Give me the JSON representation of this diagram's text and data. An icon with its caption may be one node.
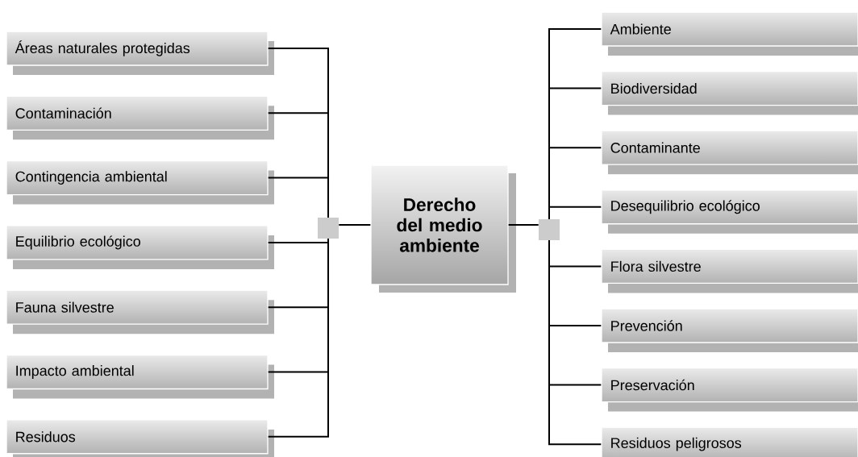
{
  "diagram": {
    "nodes": [
      {
        "text": [
          "Áreas naturales protegidas"
        ]
      },
      {
        "text": [
          "Contaminación"
        ]
      },
      {
        "text": [
          "Contingencia ambiental"
        ]
      },
      {
        "text": [
          "Equilibrio ecológico"
        ]
      },
      {
        "text": [
          "Fauna silvestre"
        ]
      },
      {
        "text": [
          "Impacto ambiental"
        ]
      },
      {
        "text": [
          "Residuos"
        ]
      },
      {
        "text": [],
        "shape": "box"
      },
      {
        "text": [
          "Derecho del medio ambiente"
        ]
      },
      {
        "text": [],
        "shape": "box"
      },
      {
        "text": [
          "Ambiente"
        ]
      },
      {
        "text": [
          "Biodiversidad"
        ]
      },
      {
        "text": [
          "Contaminante"
        ]
      },
      {
        "text": [
          "Desequilibrio ecológico"
        ]
      },
      {
        "text": [
          "Flora silvestre"
        ]
      },
      {
        "text": [
          "Prevención"
        ]
      },
      {
        "text": [
          "Preservación"
        ]
      },
      {
        "text": [
          "Residuos peligrosos"
        ]
      }
    ],
    "edges": [
      {
        "from": 8,
        "to": 7,
        "arrow": "none"
      },
      {
        "from": 8,
        "to": 9,
        "arrow": "none"
      },
      {
        "from": 7,
        "to": 0,
        "arrow": "none"
      },
      {
        "from": 7,
        "to": 1,
        "arrow": "none"
      },
      {
        "from": 7,
        "to": 2,
        "arrow": "none"
      },
      {
        "from": 7,
        "to": 3,
        "arrow": "none"
      },
      {
        "from": 7,
        "to": 4,
        "arrow": "none"
      },
      {
        "from": 7,
        "to": 5,
        "arrow": "none"
      },
      {
        "from": 7,
        "to": 6,
        "arrow": "none"
      },
      {
        "from": 9,
        "to": 10,
        "arrow": "none"
      },
      {
        "from": 9,
        "to": 11,
        "arrow": "none"
      },
      {
        "from": 9,
        "to": 12,
        "arrow": "none"
      },
      {
        "from": 9,
        "to": 13,
        "arrow": "none"
      },
      {
        "from": 9,
        "to": 14,
        "arrow": "none"
      },
      {
        "from": 9,
        "to": 15,
        "arrow": "none"
      },
      {
        "from": 9,
        "to": 16,
        "arrow": "none"
      },
      {
        "from": 9,
        "to": 17,
        "arrow": "none"
      }
    ]
  }
}
